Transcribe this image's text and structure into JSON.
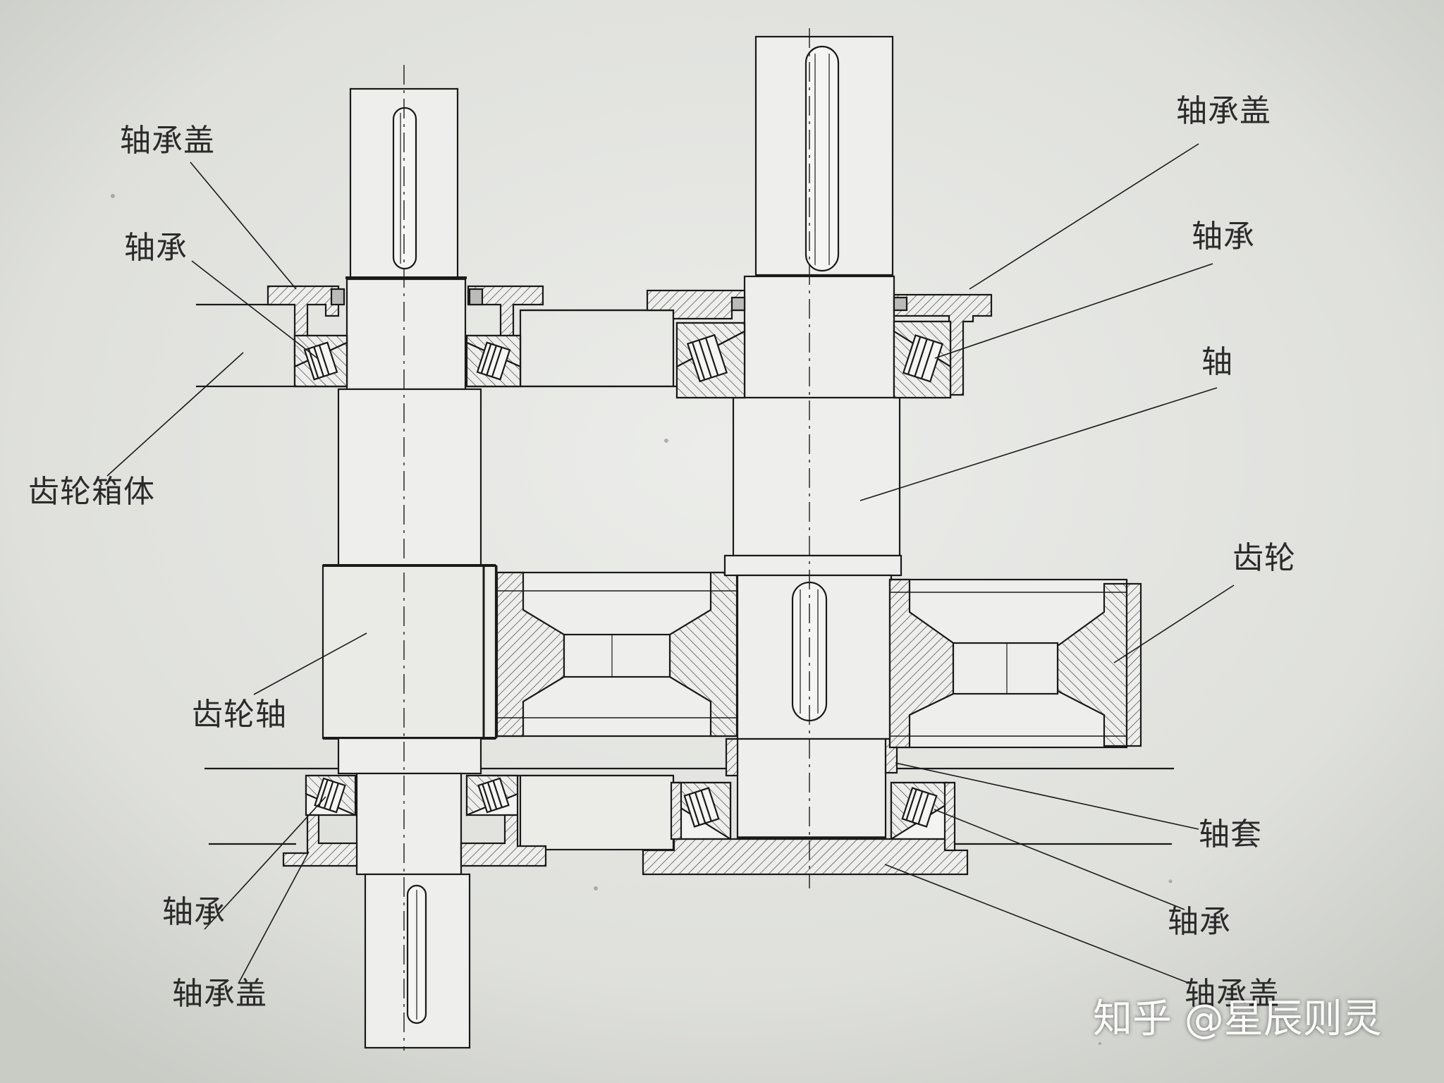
{
  "labels": {
    "left_cover_top": "轴承盖",
    "left_bearing_top": "轴承",
    "housing": "齿轮箱体",
    "gear_shaft": "齿轮轴",
    "left_bearing_bottom": "轴承",
    "left_cover_bottom": "轴承盖",
    "right_cover_top": "轴承盖",
    "right_bearing_top": "轴承",
    "shaft": "轴",
    "gear": "齿轮",
    "sleeve": "轴套",
    "right_bearing_bottom": "轴承",
    "right_cover_bottom": "轴承盖"
  },
  "watermark": "知乎 @星辰则灵"
}
